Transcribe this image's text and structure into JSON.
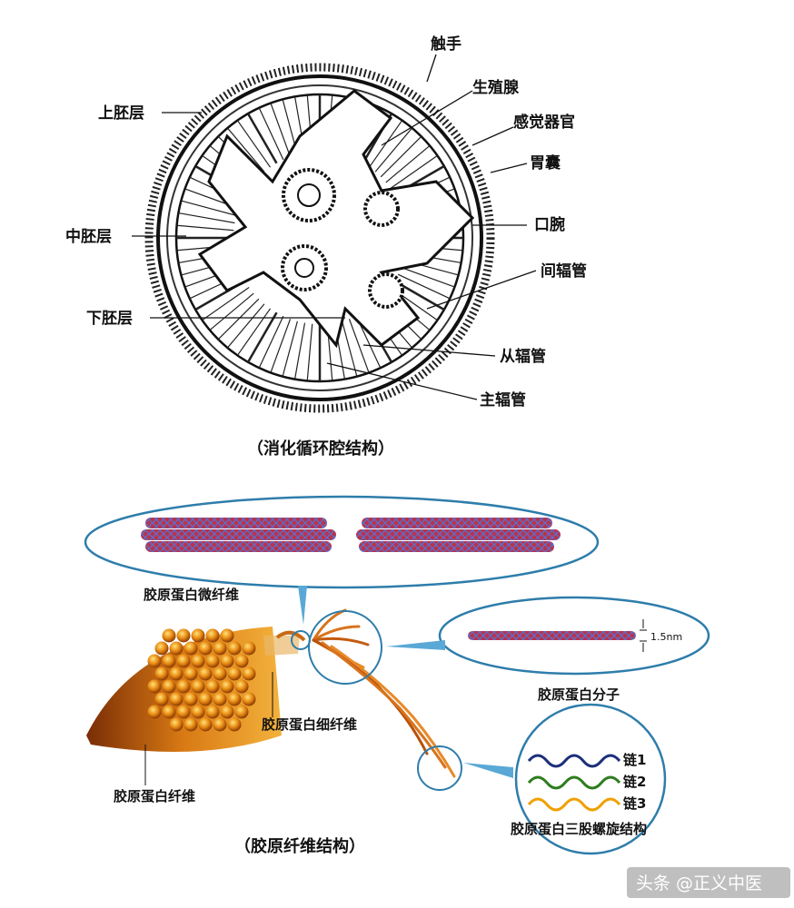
{
  "top_diagram": {
    "caption": "（消化循环腔结构）",
    "labels": {
      "tentacle": "触手",
      "gonad": "生殖腺",
      "sense_organ": "感觉器官",
      "gastric_pouch": "胃囊",
      "oral_arm": "口腕",
      "inter_radial": "间辐管",
      "ectoderm": "上胚层",
      "mesoglea": "中胚层",
      "endoderm": "下胚层",
      "adradial": "从辐管",
      "perradial": "主辐管"
    }
  },
  "bottom_diagram": {
    "caption": "（胶原纤维结构）",
    "labels": {
      "microfibril": "胶原蛋白微纤维",
      "fibril": "胶原蛋白细纤维",
      "fiber": "胶原蛋白纤维",
      "molecule": "胶原蛋白分子",
      "triple_helix": "胶原蛋白三股螺旋结构",
      "size": "1.5nm"
    },
    "chains": [
      {
        "label": "链1",
        "color": "#1c2f7a"
      },
      {
        "label": "链2",
        "color": "#2e7d1e"
      },
      {
        "label": "链3",
        "color": "#f0a000"
      }
    ]
  },
  "watermark": "头条 @正义中医"
}
